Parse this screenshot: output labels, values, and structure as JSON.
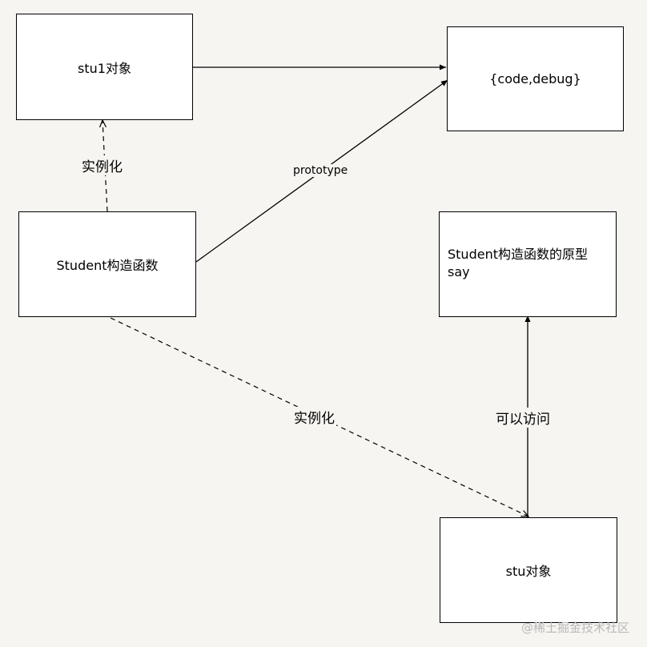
{
  "nodes": {
    "stu1": "stu1对象",
    "code_debug": "{code,debug}",
    "student_ctor": "Student构造函数",
    "student_proto_line1": "Student构造函数的原型",
    "student_proto_line2": "say",
    "stu": "stu对象"
  },
  "edges": {
    "instantiate_left": "实例化",
    "prototype": "prototype",
    "instantiate_diag": "实例化",
    "can_access": "可以访问"
  },
  "watermark": "@稀土掘金技术社区"
}
